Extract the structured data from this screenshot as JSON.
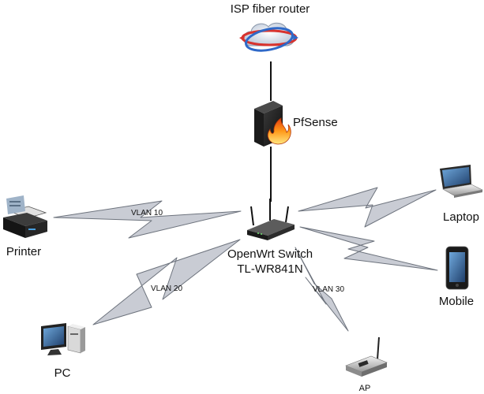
{
  "nodes": {
    "isp": {
      "label": "ISP fiber router",
      "icon": "cloud-router-icon"
    },
    "pfsense": {
      "label": "PfSense",
      "icon": "firewall-icon"
    },
    "switch": {
      "label_line1": "OpenWrt Switch",
      "label_line2": "TL-WR841N",
      "icon": "wireless-router-icon"
    },
    "printer": {
      "label": "Printer",
      "icon": "printer-icon"
    },
    "laptop": {
      "label": "Laptop",
      "icon": "laptop-icon"
    },
    "mobile": {
      "label": "Mobile",
      "icon": "mobile-phone-icon"
    },
    "pc": {
      "label": "PC",
      "icon": "desktop-pc-icon"
    },
    "ap": {
      "label": "AP",
      "icon": "access-point-icon"
    }
  },
  "links": {
    "printer": {
      "label": "VLAN 10"
    },
    "pc": {
      "label": "VLAN 20"
    },
    "ap": {
      "label": "VLAN 30"
    }
  },
  "colors": {
    "link_fill": "#c9ccd4",
    "link_stroke": "#6d737d"
  }
}
